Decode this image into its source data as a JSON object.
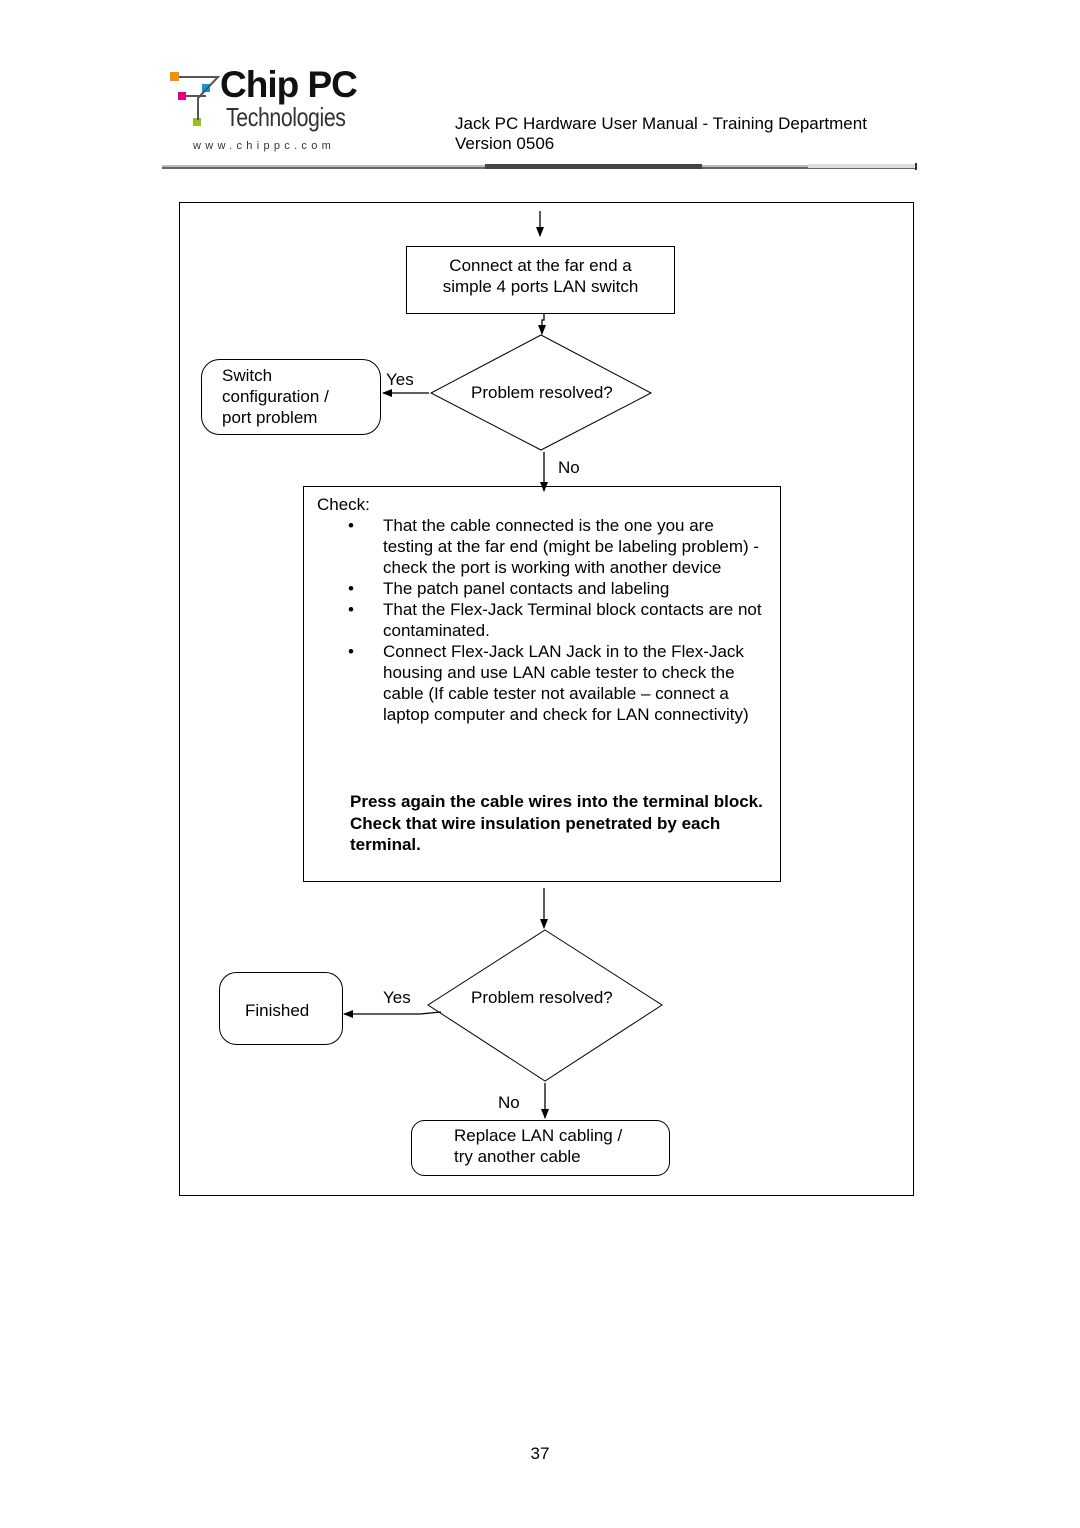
{
  "header": {
    "logo_name": "Chip PC",
    "logo_sub": "Technologies",
    "logo_url": "www.chippc.com",
    "title": "Jack PC Hardware User Manual - Training Department",
    "version": "Version 0506"
  },
  "flowchart": {
    "step_connect": [
      "Connect at the far end a",
      "simple 4 ports LAN switch"
    ],
    "decision1": "Problem resolved?",
    "decision1_yes": "Yes",
    "decision1_no": "No",
    "switch_box": [
      "Switch",
      "configuration /",
      "port problem"
    ],
    "check": {
      "heading": "Check:",
      "items": [
        "That the cable connected is the one you are testing at the far end (might be labeling problem)  - check the port is working with another device",
        "The patch panel contacts and labeling",
        "That the Flex-Jack Terminal block contacts are not contaminated.",
        "Connect Flex-Jack LAN Jack in to the Flex-Jack housing and use LAN cable tester to check the cable (If cable tester not available – connect a laptop computer and check for LAN connectivity)"
      ],
      "note": "Press again the cable wires into the terminal block. Check that wire insulation penetrated by each terminal."
    },
    "decision2": "Problem resolved?",
    "decision2_yes": "Yes",
    "decision2_no": "No",
    "finished": "Finished",
    "replace_box": [
      "Replace LAN cabling /",
      "try another cable"
    ]
  },
  "page_number": "37",
  "colors": {
    "logo_orange": "#f39200",
    "logo_magenta": "#e6007e",
    "logo_cyan": "#009fe3",
    "logo_green": "#95c11f",
    "rule_dark": "#444444",
    "rule_light": "#bbbbbb"
  }
}
